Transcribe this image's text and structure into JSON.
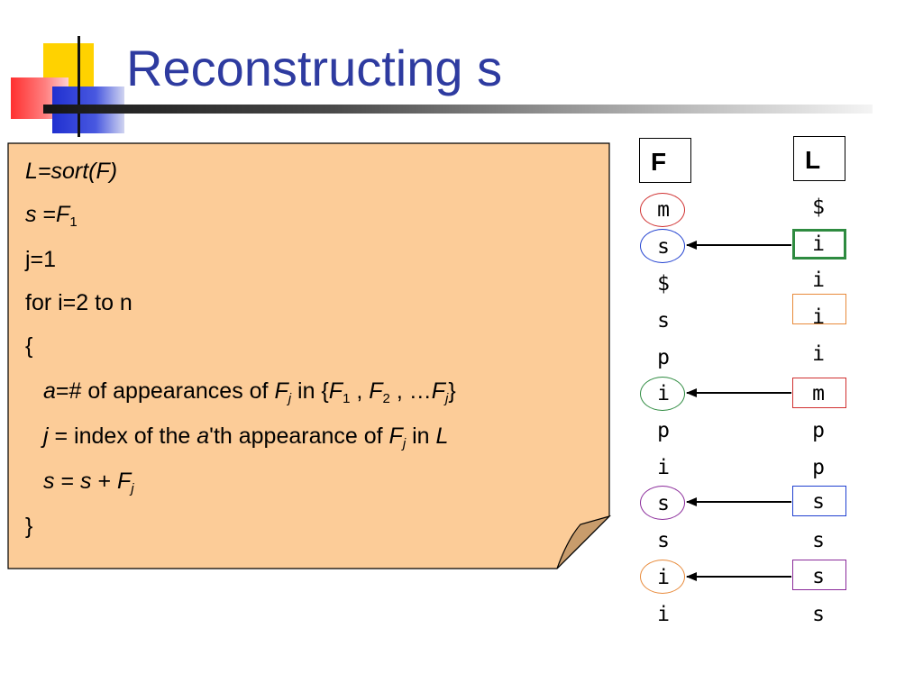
{
  "title": "Reconstructing s",
  "note": {
    "line1": "L=sort(F)",
    "line2_s": "s",
    "line2_eq": " =",
    "line2_F": "F",
    "line2_sub": "1",
    "line3": "j=1",
    "line4": "for i=2 to n",
    "line5": "{",
    "line6_a": "a",
    "line6_text": "=# of appearances of ",
    "line6_Fj": "F",
    "line6_j": "j",
    "line6_in": " in {",
    "line6_F1": "F",
    "line6_1": "1",
    "line6_comma1": " , ",
    "line6_F2": "F",
    "line6_2": "2",
    "line6_comma2": " , …",
    "line6_Fj2": "F",
    "line6_j2": "j",
    "line6_close": "}",
    "line7_j": "j",
    "line7_text": " = index of the ",
    "line7_a": "a",
    "line7_text2": "'th appearance of ",
    "line7_F": "F",
    "line7_sub": "j",
    "line7_in": " in ",
    "line7_L": "L",
    "line8_s1": "s",
    "line8_eq": " = ",
    "line8_s2": "s",
    "line8_plus": " + ",
    "line8_F": "F",
    "line8_sub": "j",
    "line9": "}"
  },
  "columns": {
    "F_label": "F",
    "L_label": "L",
    "F": [
      "m",
      "s",
      "$",
      "s",
      "p",
      "i",
      "p",
      "i",
      "s",
      "s",
      "i",
      "i"
    ],
    "L": [
      "$",
      "i",
      "i",
      "i",
      "i",
      "m",
      "p",
      "p",
      "s",
      "s",
      "s",
      "s"
    ]
  },
  "colors": {
    "title": "#2e3ba0",
    "note_fill": "#fccc98",
    "red": "#d03030",
    "blue": "#2040d0",
    "green": "#2e8b40",
    "orange": "#e88a3a",
    "purple": "#8a2a9a"
  }
}
